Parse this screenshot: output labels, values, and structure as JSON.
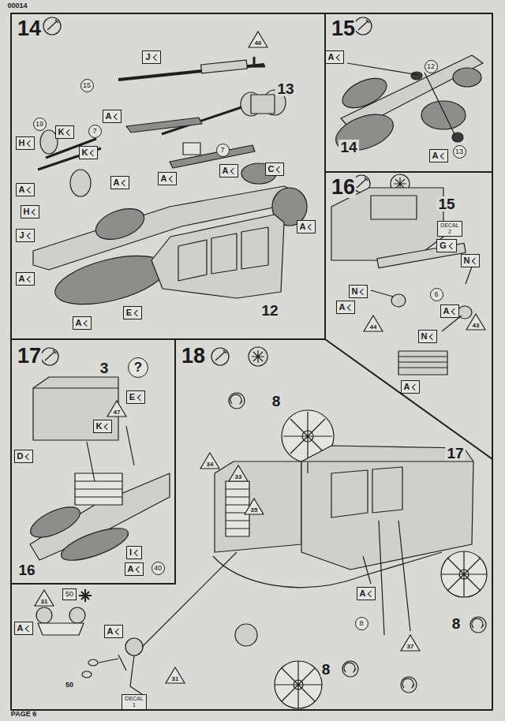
{
  "diagram": {
    "nodes": [
      {
        "text": [
          "14"
        ]
      },
      {
        "text": [
          "15"
        ]
      },
      {
        "text": [
          "16"
        ]
      },
      {
        "text": [
          "17"
        ]
      },
      {
        "text": [
          "18"
        ]
      }
    ],
    "labels": [
      "00014",
      "PAGE 6",
      "46",
      "J",
      "13",
      "15",
      "7",
      "A",
      "7",
      "19",
      "K",
      "H",
      "K",
      "A",
      "A",
      "A",
      "C",
      "A",
      "H",
      "J",
      "A",
      "A",
      "E",
      "A",
      "12",
      "A",
      "12",
      "14",
      "A",
      "13",
      "15",
      "DECAL 2",
      "G",
      "N",
      "N",
      "A",
      "6",
      "A",
      "44",
      "43",
      "N",
      "A",
      "3",
      "?",
      "E",
      "47",
      "K",
      "D",
      "16",
      "I",
      "A",
      "40",
      "8",
      "17",
      "34",
      "33",
      "35",
      "A",
      "8",
      "37",
      "8",
      "8",
      "31",
      "50",
      "A",
      "A",
      "50",
      "31",
      "DECAL 1"
    ]
  }
}
